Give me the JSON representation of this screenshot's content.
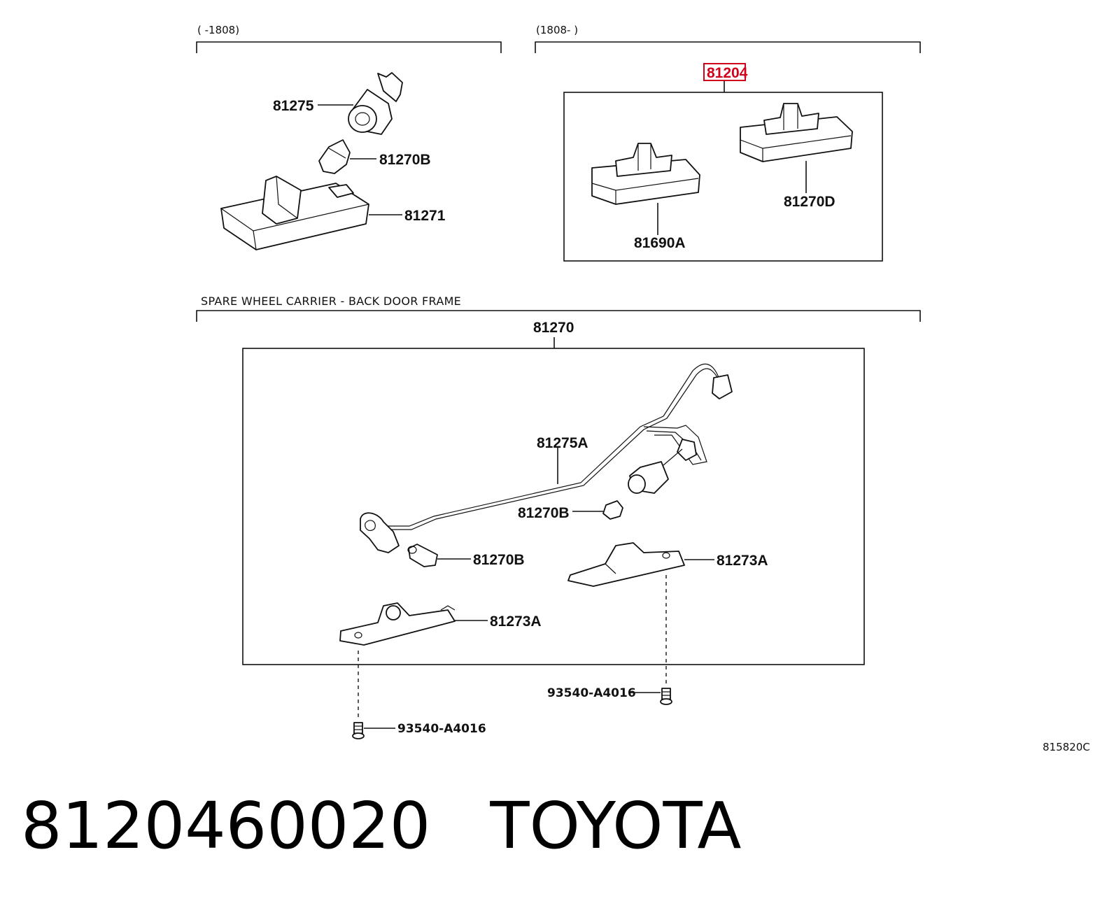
{
  "range_labels": {
    "left": "(      -1808)",
    "right": "(1808-      )"
  },
  "section_title": "SPARE WHEEL CARRIER - BACK DOOR FRAME",
  "part_labels": {
    "p81275": "81275",
    "p81270b_top": "81270B",
    "p81271": "81271",
    "p81204": "81204",
    "p81270d": "81270D",
    "p81690a": "81690A",
    "p81270": "81270",
    "p81275a": "81275A",
    "p81270b_mid": "81270B",
    "p81270b_low": "81270B",
    "p81273a_right": "81273A",
    "p81273a_left": "81273A",
    "bolt_right": "93540-A4016",
    "bolt_left": "93540-A4016"
  },
  "diagram_code": "815820C",
  "footer": {
    "part_number": "8120460020",
    "brand": "TOYOTA"
  },
  "colors": {
    "highlight": "#d0021b",
    "line": "#111111"
  }
}
